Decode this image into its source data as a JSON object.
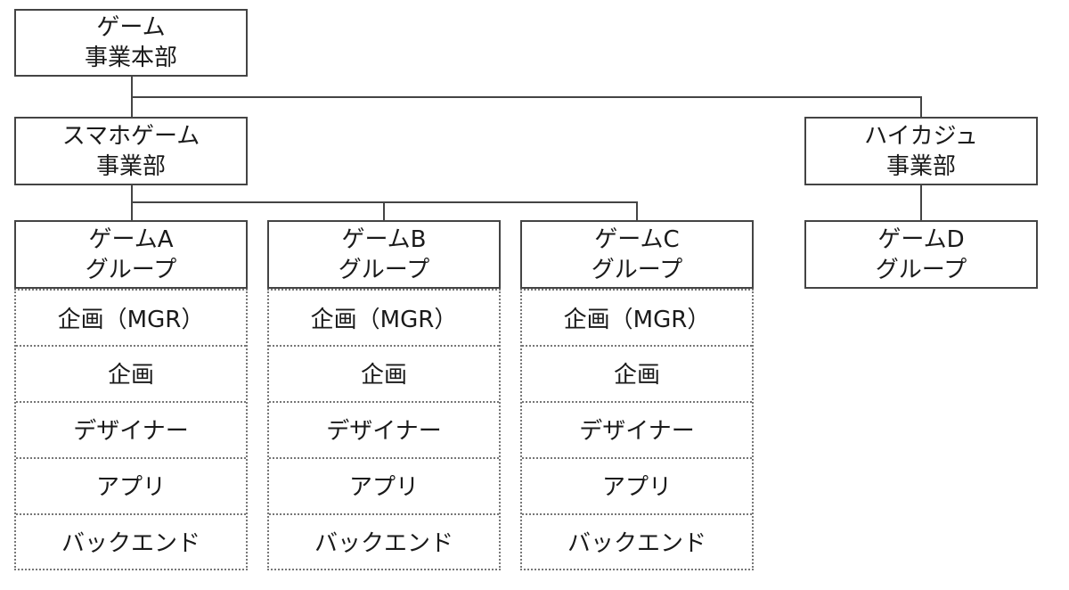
{
  "root": {
    "line1": "ゲーム",
    "line2": "事業本部"
  },
  "divisions": [
    {
      "line1": "スマホゲーム",
      "line2": "事業部"
    },
    {
      "line1": "ハイカジュ",
      "line2": "事業部"
    }
  ],
  "groups": [
    {
      "line1": "ゲームA",
      "line2": "グループ"
    },
    {
      "line1": "ゲームB",
      "line2": "グループ"
    },
    {
      "line1": "ゲームC",
      "line2": "グループ"
    },
    {
      "line1": "ゲームD",
      "line2": "グループ"
    }
  ],
  "roles": [
    "企画（MGR）",
    "企画",
    "デザイナー",
    "アプリ",
    "バックエンド"
  ]
}
